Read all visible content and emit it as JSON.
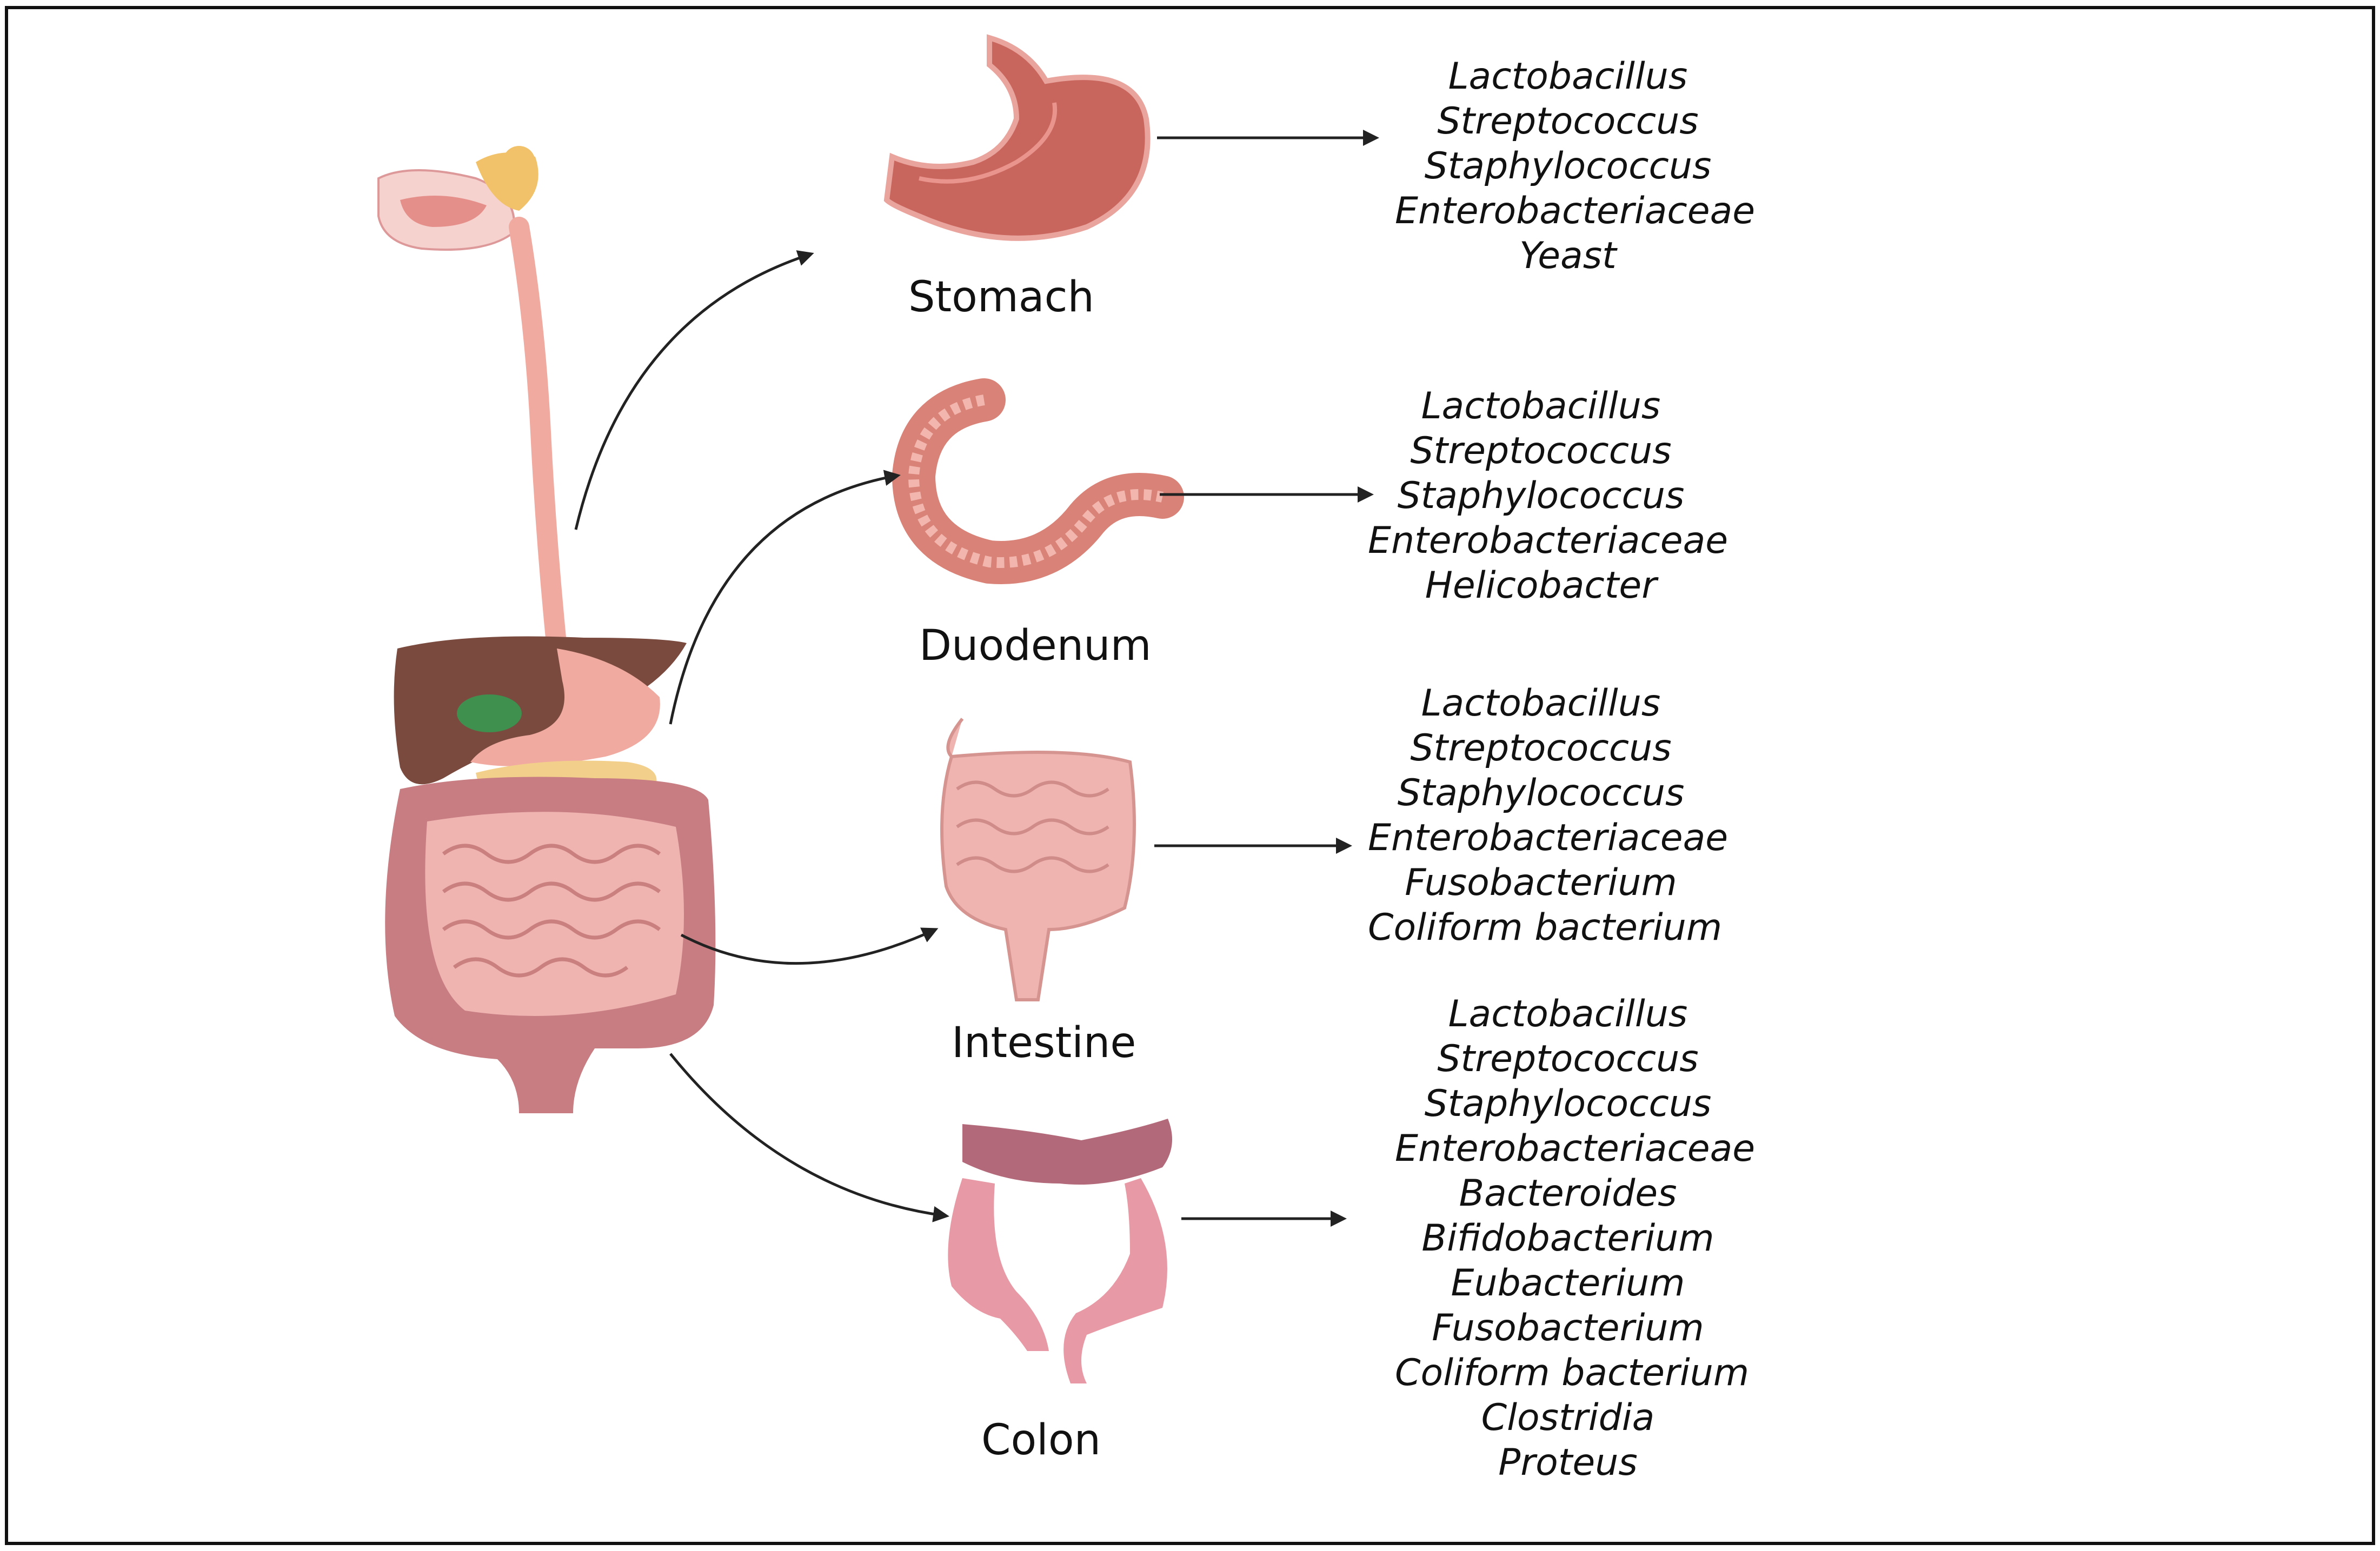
{
  "organs": [
    {
      "name": "Stomach",
      "bacteria": [
        "Lactobacillus",
        "Streptococcus",
        "Staphylococcus",
        "Enterobacteriaceae",
        "Yeast"
      ]
    },
    {
      "name": "Duodenum",
      "bacteria": [
        "Lactobacillus",
        "Streptococcus",
        "Staphylococcus",
        "Enterobacteriaceae",
        "Helicobacter"
      ]
    },
    {
      "name": "Intestine",
      "bacteria": [
        "Lactobacillus",
        "Streptococcus",
        "Staphylococcus",
        "Enterobacteriaceae",
        "Fusobacterium",
        "Coliform bacterium"
      ]
    },
    {
      "name": "Colon",
      "bacteria": [
        "Lactobacillus",
        "Streptococcus",
        "Staphylococcus",
        "Enterobacteriaceae",
        "Bacteroides",
        "Bifidobacterium",
        "Eubacterium",
        "Fusobacterium",
        "Coliform bacterium",
        "Clostridia",
        "Proteus"
      ]
    }
  ],
  "colors": {
    "liver": "#7a4a3f",
    "gallbladder": "#3f8f4f",
    "pancreas": "#f3cf8c",
    "intestine": "#e7a3a0",
    "colon_dark": "#b26a7a",
    "stomach": "#c8665d",
    "esophagus": "#f0aaa0"
  }
}
